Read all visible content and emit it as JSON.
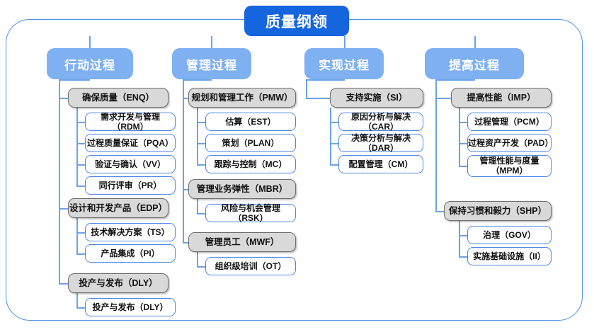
{
  "diagram": {
    "root": {
      "label": "质量纲领"
    },
    "columns": [
      {
        "id": "col-action",
        "header": "行动过程",
        "groups": [
          {
            "label": "确保质量（ENQ）",
            "children": [
              "需求开发与管理（RDM）",
              "过程质量保证（PQA）",
              "验证与确认（VV）",
              "同行评审（PR）"
            ]
          },
          {
            "label": "设计和开发产品（EDP）",
            "children": [
              "技术解决方案（TS）",
              "产品集成（PI）"
            ]
          },
          {
            "label": "投产与发布（DLY）",
            "children": [
              "投产与发布（DLY）"
            ]
          }
        ]
      },
      {
        "id": "col-manage",
        "header": "管理过程",
        "groups": [
          {
            "label": "规划和管理工作（PMW）",
            "children": [
              "估算（EST）",
              "策划（PLAN）",
              "跟踪与控制（MC）"
            ]
          },
          {
            "label": "管理业务弹性（MBR）",
            "children": [
              "风险与机会管理（RSK）"
            ]
          },
          {
            "label": "管理员工（MWF）",
            "children": [
              "组织级培训（OT）"
            ]
          }
        ]
      },
      {
        "id": "col-realize",
        "header": "实现过程",
        "groups": [
          {
            "label": "支持实施（SI）",
            "children": [
              "原因分析与解决（CAR）",
              "决策分析与解决（DAR）",
              "配置管理（CM）"
            ]
          }
        ]
      },
      {
        "id": "col-improve",
        "header": "提高过程",
        "groups": [
          {
            "label": "提高性能（IMP）",
            "children": [
              "过程管理（PCM）",
              "过程资产开发（PAD）",
              "管理性能与度量\n（MPM）"
            ]
          },
          {
            "label": "保持习惯和毅力（SHP）",
            "children": [
              "治理（GOV）",
              "实施基础设施（II）"
            ]
          }
        ]
      }
    ]
  },
  "colors": {
    "root_fill": "#1565df",
    "header_fill": "#7fb0f2",
    "group_fill": "#d9d9d9",
    "group_border": "#6e6e6e",
    "leaf_border": "#4a86e8",
    "connector": "#6aa3e8",
    "frame_border": "#4a90e2"
  }
}
